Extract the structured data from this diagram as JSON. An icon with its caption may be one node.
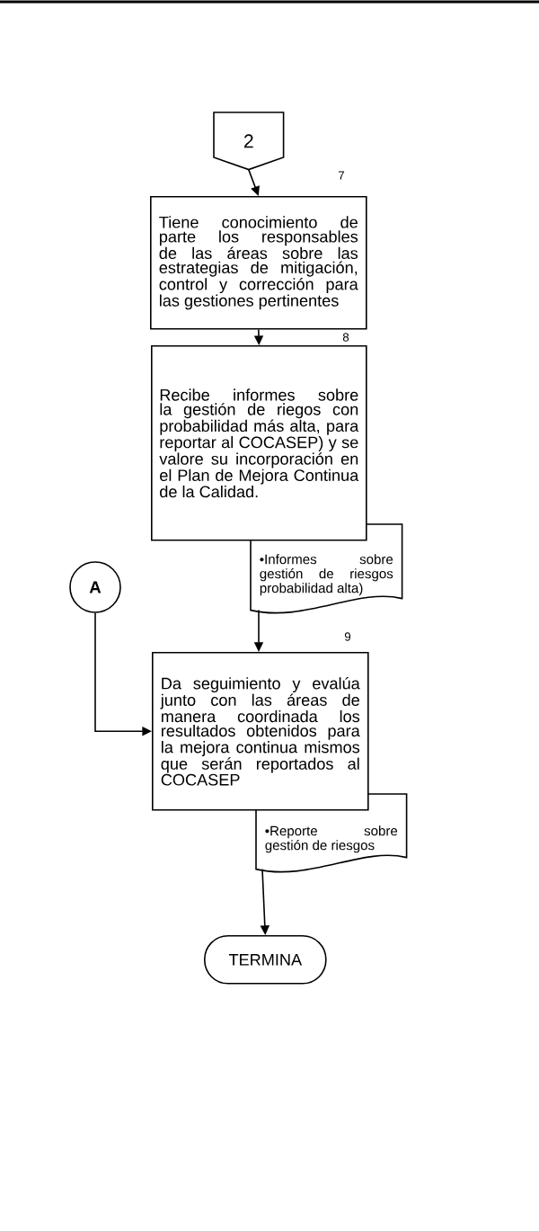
{
  "diagram": {
    "nodes": [
      {
        "text": [
          "2"
        ]
      },
      {
        "text": [
          "Tiene conocimiento de parte los responsables de las áreas sobre las estrategias de mitigación, control y corrección para las gestiones pertinentes"
        ],
        "beside": [
          "7"
        ]
      },
      {
        "text": [
          "Recibe informes sobre la gestión de riegos con probabilidad más alta, para reportar al COCASEP) y se valore su incorporación en el Plan de Mejora Continua de la Calidad."
        ],
        "beside": [
          "8"
        ]
      },
      {
        "text": [
          "•Informes sobre gestión de riesgos probabilidad alta)"
        ]
      },
      {
        "text": [
          "A"
        ]
      },
      {
        "text": [
          "Da seguimiento y evalúa junto con las áreas de manera coordinada los resultados obtenidos para la mejora continua mismos que serán reportados al COCASEP"
        ],
        "beside": [
          "9"
        ]
      },
      {
        "text": [
          "•Reporte sobre gestión de riesgos"
        ]
      },
      {
        "text": [
          "TERMINA"
        ]
      }
    ],
    "edges": [
      {
        "from": 0,
        "to": 1,
        "arrow": "to"
      },
      {
        "from": 1,
        "to": 2,
        "arrow": "to"
      },
      {
        "from": 3,
        "to": 5,
        "arrow": "to"
      },
      {
        "from": 4,
        "to": 5,
        "arrow": "to"
      },
      {
        "from": 6,
        "to": 7,
        "arrow": "to"
      }
    ]
  }
}
